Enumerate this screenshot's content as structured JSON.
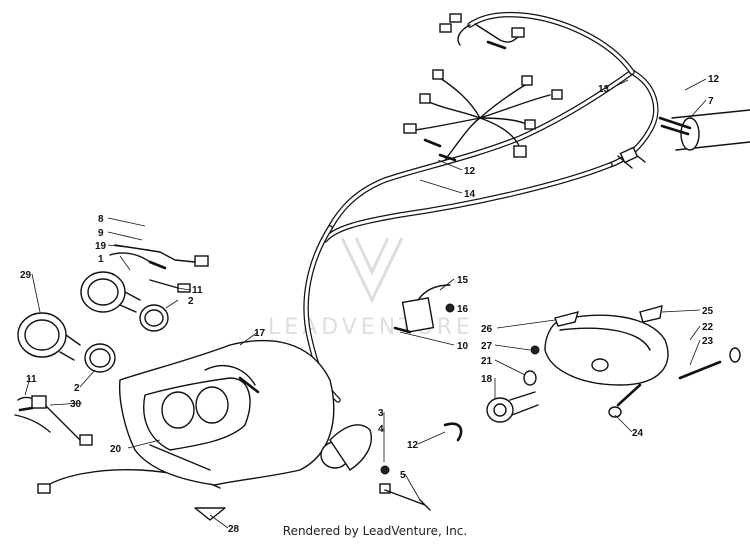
{
  "diagram": {
    "callouts": [
      {
        "id": "c1",
        "text": "13"
      },
      {
        "id": "c2",
        "text": "12"
      },
      {
        "id": "c3",
        "text": "7"
      },
      {
        "id": "c4",
        "text": "12"
      },
      {
        "id": "c5",
        "text": "14"
      },
      {
        "id": "c6",
        "text": "8"
      },
      {
        "id": "c7",
        "text": "9"
      },
      {
        "id": "c8",
        "text": "19"
      },
      {
        "id": "c9",
        "text": "1"
      },
      {
        "id": "c10",
        "text": "11"
      },
      {
        "id": "c11",
        "text": "2"
      },
      {
        "id": "c12",
        "text": "29"
      },
      {
        "id": "c13",
        "text": "15"
      },
      {
        "id": "c14",
        "text": "16"
      },
      {
        "id": "c15",
        "text": "10"
      },
      {
        "id": "c16",
        "text": "17"
      },
      {
        "id": "c17",
        "text": "26"
      },
      {
        "id": "c18",
        "text": "25"
      },
      {
        "id": "c19",
        "text": "22"
      },
      {
        "id": "c20",
        "text": "23"
      },
      {
        "id": "c21",
        "text": "27"
      },
      {
        "id": "c22",
        "text": "21"
      },
      {
        "id": "c23",
        "text": "18"
      },
      {
        "id": "c24",
        "text": "11"
      },
      {
        "id": "c25",
        "text": "2"
      },
      {
        "id": "c26",
        "text": "30"
      },
      {
        "id": "c27",
        "text": "3"
      },
      {
        "id": "c28",
        "text": "4"
      },
      {
        "id": "c29",
        "text": "12"
      },
      {
        "id": "c30",
        "text": "5"
      },
      {
        "id": "c31",
        "text": "20"
      },
      {
        "id": "c32",
        "text": "24"
      },
      {
        "id": "c33",
        "text": "28"
      }
    ],
    "watermark": "LEADVENTURE",
    "credit": "Rendered by LeadVenture, Inc."
  }
}
